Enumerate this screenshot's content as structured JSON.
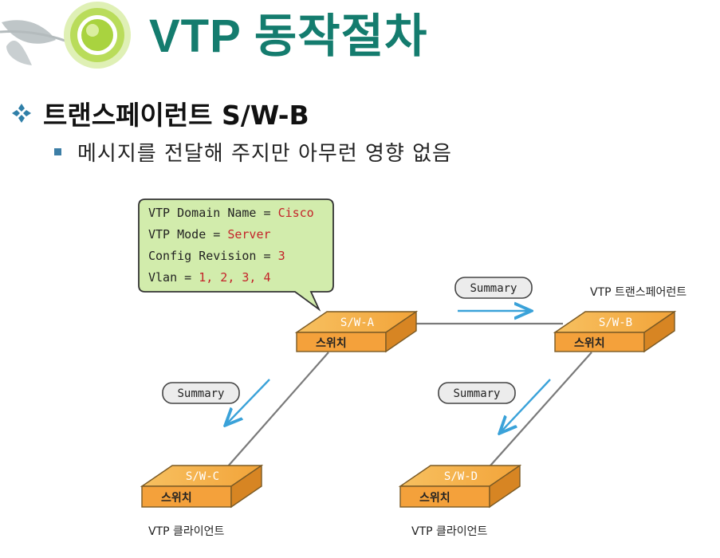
{
  "title": "VTP 동작절차",
  "heading": "트랜스페이런트 S/W-B",
  "bullet_text": "메시지를 전달해 주지만 아무런 영향 없음",
  "bubble": {
    "line1_label": "VTP Domain Name = ",
    "line1_value": "Cisco",
    "line2_label": "VTP Mode = ",
    "line2_value": "Server",
    "line3_label": "Config Revision = ",
    "line3_value": "3",
    "line4_label": "Vlan = ",
    "line4_value": "1, 2, 3, 4"
  },
  "switches": {
    "a": {
      "top": "S/W-A",
      "front": "스위치"
    },
    "b": {
      "top": "S/W-B",
      "front": "스위치",
      "caption": "VTP 트랜스페어런트"
    },
    "c": {
      "top": "S/W-C",
      "front": "스위치",
      "caption": "VTP 클라이언트"
    },
    "d": {
      "top": "S/W-D",
      "front": "스위치",
      "caption": "VTP 클라이언트"
    }
  },
  "summary_labels": {
    "ab": "Summary",
    "ac": "Summary",
    "bd": "Summary"
  },
  "colors": {
    "title": "#147c6e",
    "bubble_fill": "#d2ecac",
    "value_red": "#c4232a",
    "switch_orange": "#f2a23a",
    "arrow_blue": "#3aa2d9"
  }
}
